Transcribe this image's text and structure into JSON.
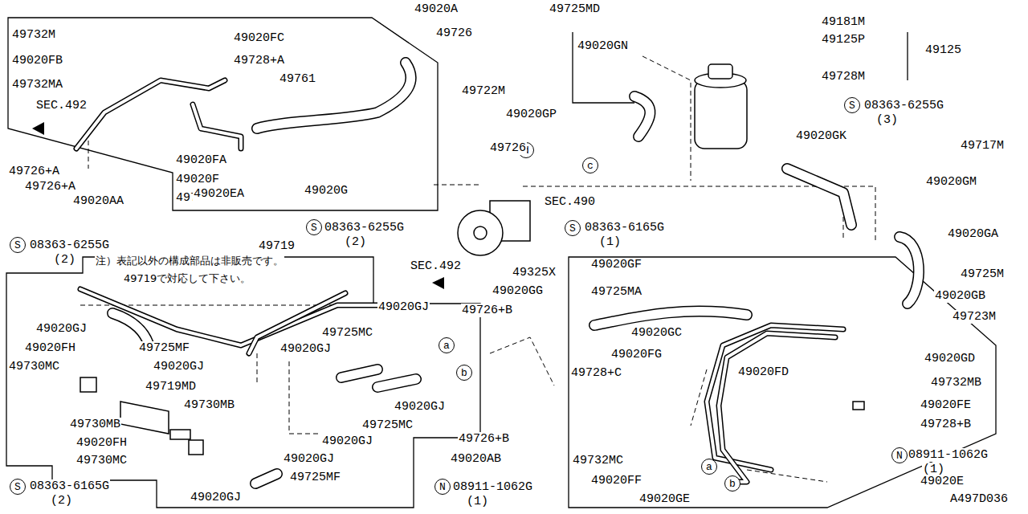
{
  "diagram": {
    "nodes": [
      {
        "text": [
          "d"
        ]
      },
      {
        "text": [
          "c"
        ]
      },
      {
        "text": [
          "a"
        ]
      },
      {
        "text": [
          "b"
        ]
      },
      {
        "text": [
          "a"
        ]
      },
      {
        "text": [
          "b"
        ]
      },
      {
        "text": [
          "S"
        ]
      },
      {
        "text": [
          "S"
        ]
      },
      {
        "text": [
          "S"
        ]
      },
      {
        "text": [
          "S"
        ]
      },
      {
        "text": [
          "S"
        ]
      },
      {
        "text": [
          "N"
        ]
      },
      {
        "text": [
          "N"
        ]
      }
    ],
    "labels": [
      "49020A",
      "49726",
      "49732M",
      "49020FC",
      "49020FB",
      "49728+A",
      "49761",
      "49732MA",
      "49722M",
      "SEC.492",
      "49020FA",
      "49020F",
      "49020G",
      "49728",
      "49726+A",
      "49726+A",
      "49020AA",
      "08363-6255G",
      "(2)",
      "49020EA",
      "08363-6255G",
      "(2)",
      "49719",
      "注）表記以外の構成部品は非販売です。",
      "49719で対応して下さい。",
      "SEC.492",
      "49725MD",
      "49020GN",
      "49020GP",
      "49726",
      "SEC.490",
      "08363-6165G",
      "(1)",
      "49181M",
      "49125P",
      "49125",
      "49728M",
      "08363-6255G",
      "(3)",
      "49020GK",
      "49717M",
      "49020GM",
      "49020GA",
      "49725M",
      "49020GB",
      "49723M",
      "49325X",
      "49020GG",
      "49726+B",
      "49020GJ",
      "49725MC",
      "49020GF",
      "49725MA",
      "49020GC",
      "49020FG",
      "49728+C",
      "49020GD",
      "49020FD",
      "49732MB",
      "49020FE",
      "49728+B",
      "08911-1062G",
      "(1)",
      "49020E",
      "49732MC",
      "49020FF",
      "49020GE",
      "49726+B",
      "49020AB",
      "08911-1062G",
      "(1)",
      "49020GJ",
      "49725MF",
      "49020FH",
      "49020GJ",
      "49730MC",
      "49719MD",
      "49730MB",
      "49730MB",
      "49020FH",
      "49730MC",
      "08363-6165G",
      "(2)",
      "49020GJ",
      "49725MF",
      "49020GJ",
      "49725MC",
      "49020GJ",
      "49020GJ",
      "49020GJ",
      "A497D036"
    ]
  }
}
